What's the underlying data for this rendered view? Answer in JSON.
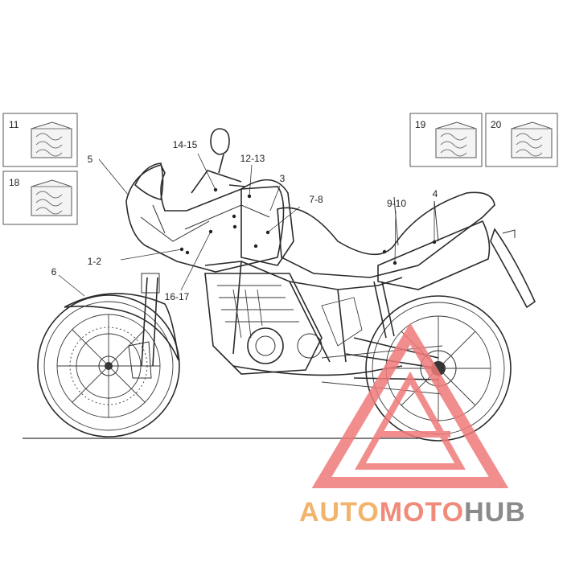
{
  "diagram": {
    "callouts": [
      "1-2",
      "3",
      "4",
      "5",
      "6",
      "7-8",
      "9-10",
      "12-13",
      "14-15",
      "16-17"
    ],
    "kit_boxes": [
      "11",
      "18",
      "19",
      "20"
    ]
  },
  "watermark": {
    "part1": "AUTO",
    "part2": "MOTO",
    "part3": "HUB",
    "colors": {
      "auto": "#f2b36b",
      "moto": "#f08a7a",
      "hub": "#8a8a8a",
      "triangle": "#f07a7a"
    }
  }
}
